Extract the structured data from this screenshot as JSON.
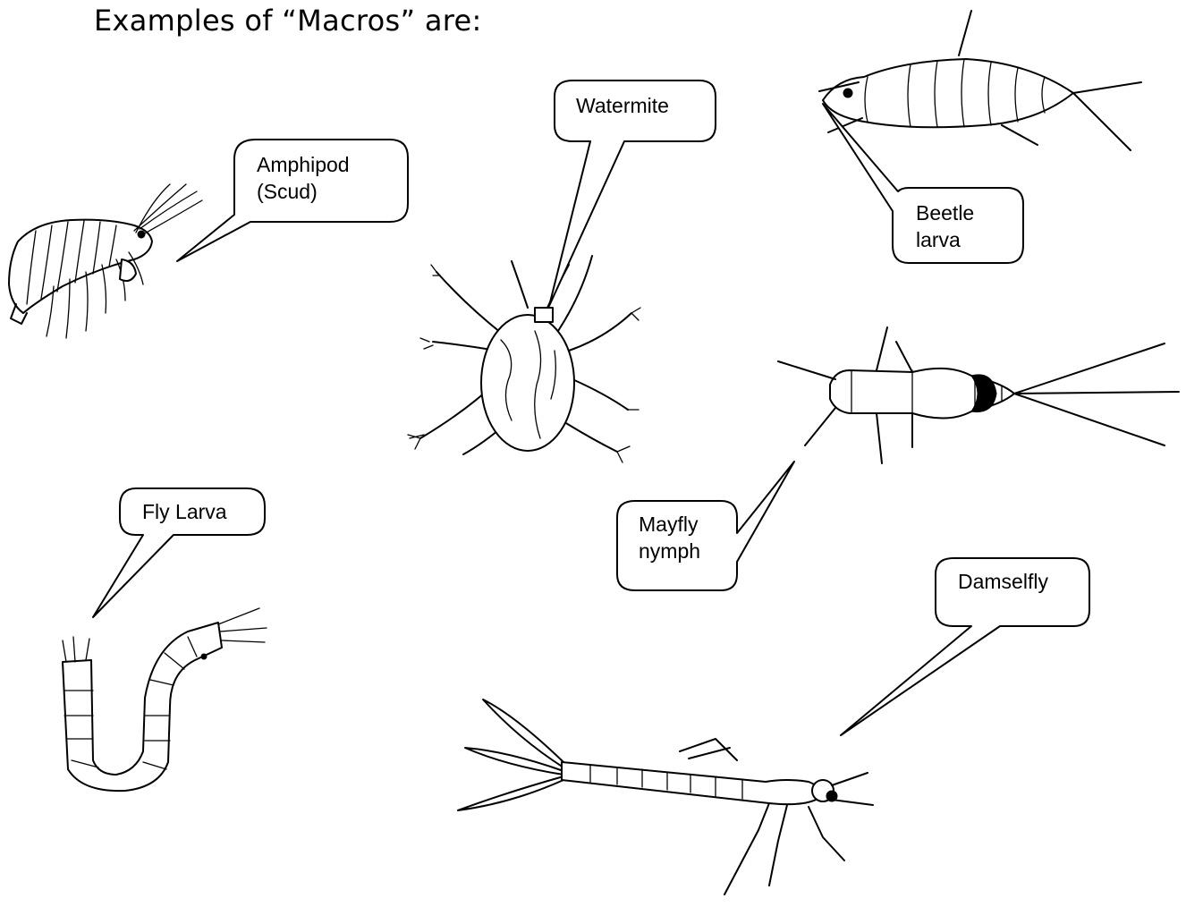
{
  "title": "Examples of “Macros” are:",
  "callouts": {
    "amphipod": [
      "Amphipod",
      "(Scud)"
    ],
    "watermite": [
      "Watermite"
    ],
    "beetle_larva": [
      "Beetle",
      "larva"
    ],
    "fly_larva": [
      "Fly Larva"
    ],
    "mayfly_nymph": [
      "Mayfly",
      "nymph"
    ],
    "damselfly": [
      "Damselfly"
    ]
  }
}
